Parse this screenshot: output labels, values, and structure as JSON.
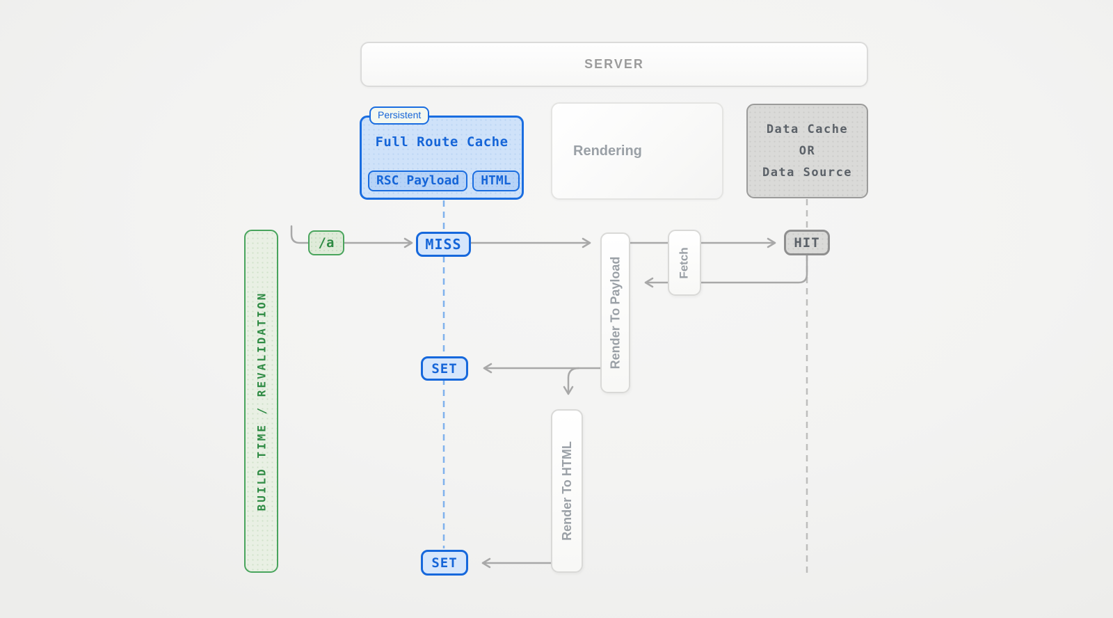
{
  "colors": {
    "blue_accent": "#1a6de0",
    "blue_text": "#1565d8",
    "green_accent": "#48a45c",
    "green_text": "#2f8b44",
    "gray_border": "#9b9b9b",
    "gray_text": "#5b6168",
    "label_gray": "#9aa0a6",
    "wire_gray": "#a8a8a8",
    "dashed_blue": "#7fb1ed"
  },
  "nodes": {
    "server": {
      "label": "SERVER"
    },
    "full_route_cache": {
      "badge": "Persistent",
      "title": "Full Route Cache",
      "chips": [
        "RSC Payload",
        "HTML"
      ]
    },
    "rendering": {
      "label": "Rendering"
    },
    "data_cache": {
      "line1": "Data Cache",
      "line2": "OR",
      "line3": "Data Source"
    },
    "build_time_bar": {
      "label": "BUILD TIME / REVALIDATION"
    },
    "route_chip": {
      "label": "/a"
    },
    "miss_chip": {
      "label": "MISS"
    },
    "set_chip_payload": {
      "label": "SET"
    },
    "set_chip_html": {
      "label": "SET"
    },
    "hit_chip": {
      "label": "HIT"
    },
    "render_to_payload": {
      "label": "Render To Payload"
    },
    "fetch": {
      "label": "Fetch"
    },
    "render_to_html": {
      "label": "Render To HTML"
    }
  }
}
